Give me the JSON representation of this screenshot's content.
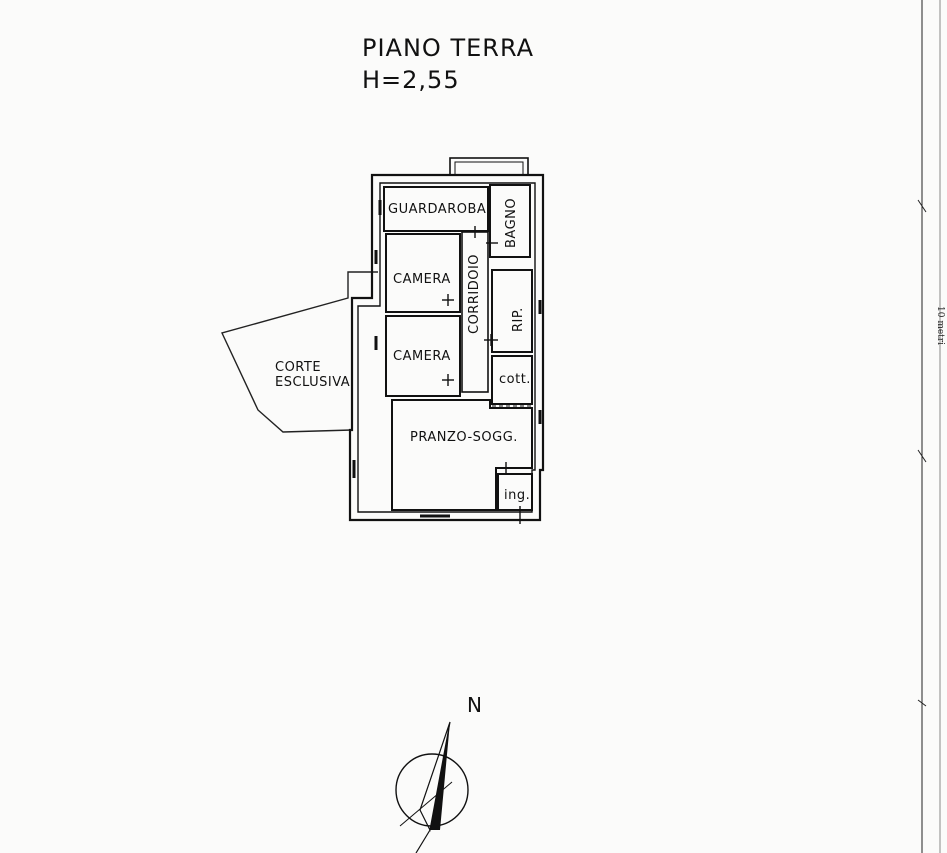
{
  "header": {
    "floor_name": "PIANO TERRA",
    "height": "H=2,55"
  },
  "rooms": {
    "guardaroba": "GUARDAROBA",
    "bagno": "BAGNO",
    "camera_1": "CAMERA",
    "camera_2": "CAMERA",
    "corridoio": "CORRIDOIO",
    "ripostiglio": "RIP.",
    "cottura": "cott.",
    "pranzo": "PRANZO-SOGG.",
    "ingresso": "ing.",
    "corte_line1": "CORTE",
    "corte_line2": "ESCLUSIVA"
  },
  "scale": {
    "label": "10 metri"
  },
  "compass": {
    "letter": "N",
    "icon": "north-arrow-icon"
  },
  "colors": {
    "ink": "#111111",
    "paper": "#fbfbfa"
  }
}
